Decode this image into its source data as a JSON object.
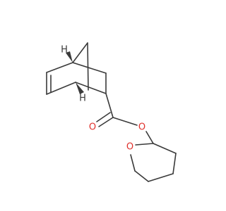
{
  "colors": {
    "bond": "#3a3a3a",
    "carbon_h": "#3a3a3a",
    "oxygen": "#e0312c",
    "background": "#ffffff"
  },
  "atoms": {
    "bridgehead_h_top": "H",
    "bridgehead_h_bottom": "H",
    "carbonyl_o": "O",
    "ester_o": "O",
    "ring_o": "O"
  }
}
